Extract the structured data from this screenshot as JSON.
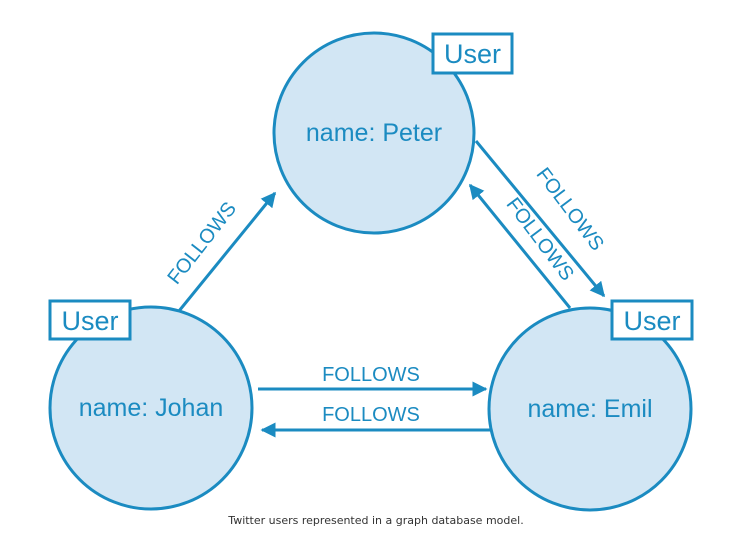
{
  "colors": {
    "stroke": "#1b8bc1",
    "fill": "#d2e6f4",
    "text": "#1b8bc1"
  },
  "nodes": {
    "peter": {
      "label": "User",
      "property": "name: Peter"
    },
    "johan": {
      "label": "User",
      "property": "name: Johan"
    },
    "emil": {
      "label": "User",
      "property": "name: Emil"
    }
  },
  "edges": {
    "johan_peter": {
      "type": "FOLLOWS"
    },
    "peter_emil": {
      "type": "FOLLOWS"
    },
    "emil_peter": {
      "type": "FOLLOWS"
    },
    "johan_emil": {
      "type": "FOLLOWS"
    },
    "emil_johan": {
      "type": "FOLLOWS"
    }
  },
  "caption": "Twitter users represented in a graph database model."
}
